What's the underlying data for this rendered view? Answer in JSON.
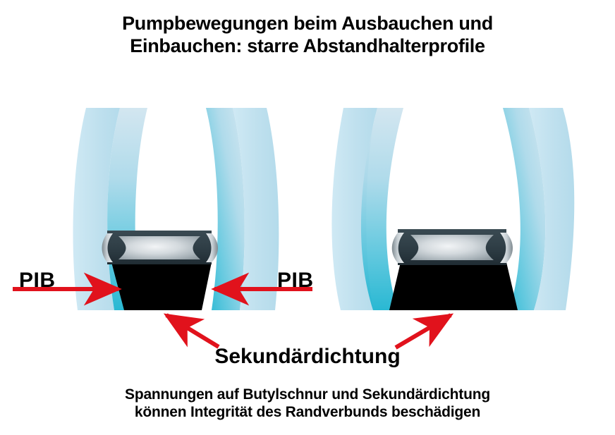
{
  "title": {
    "line1": "Pumpbewegungen beim Ausbauchen und",
    "line2": "Einbauchen: starre Abstandhalterprofile"
  },
  "labels": {
    "pib_left": "PIB",
    "pib_right": "PIB",
    "secondary_seal": "Sekundärdichtung"
  },
  "caption": {
    "line1": "Spannungen auf Butylschnur und Sekundärdichtung",
    "line2": "können Integrität des Randverbunds beschädigen"
  },
  "colors": {
    "background": "#ffffff",
    "text": "#000000",
    "arrow_red": "#e1121c",
    "glass_light": "#b9dcec",
    "glass_pale": "#cbe6f2",
    "glass_cyan": "#2bbcd6",
    "glass_cyan_deep": "#19b4d0",
    "spacer_frame_dark": "#2f3e46",
    "spacer_frame_darker": "#222f36",
    "spacer_fill_light": "#e8ecef",
    "spacer_fill_mid": "#b6bfc4",
    "spacer_fill_shadow": "#7d888e",
    "secondary_seal": "#000000"
  },
  "diagram": {
    "units": [
      {
        "id": "left-unit",
        "name": "ausbauchen",
        "description": "Isolierglaseinheit mit nach außen gewölbten Scheiben",
        "glass_panes": 2,
        "has_spacer": true,
        "has_secondary_seal": true
      },
      {
        "id": "right-unit",
        "name": "einbauchen",
        "description": "Isolierglaseinheit mit nach innen gewölbten Scheiben",
        "glass_panes": 2,
        "has_spacer": true,
        "has_secondary_seal": true
      }
    ],
    "arrows": [
      {
        "id": "pib-left-arrow",
        "direction": "right",
        "target": "pib-seal-left"
      },
      {
        "id": "pib-right-arrow",
        "direction": "left",
        "target": "pib-seal-right"
      },
      {
        "id": "seal-left-arrow",
        "direction": "up-left",
        "target": "secondary-seal-left"
      },
      {
        "id": "seal-right-arrow",
        "direction": "up-right",
        "target": "secondary-seal-right"
      }
    ]
  }
}
